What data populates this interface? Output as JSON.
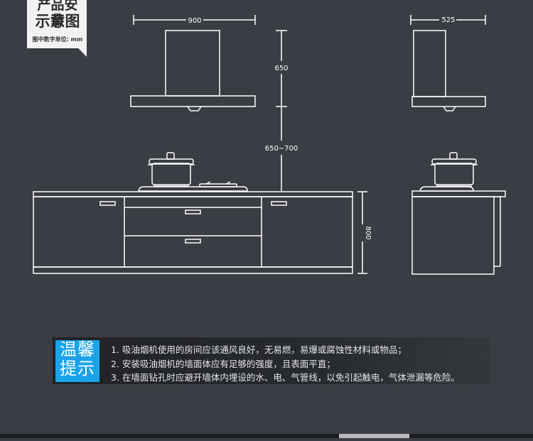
{
  "badge": {
    "title_line1": "产品安装",
    "title_line2": "示意图",
    "unit_note": "图中数字单位: mm"
  },
  "dimensions": {
    "hood_width": "900",
    "hood_depth": "525",
    "hood_height": "650",
    "hood_to_counter": "650~700",
    "cabinet_height": "800"
  },
  "tips": {
    "badge_line1": "温馨",
    "badge_line2": "提示",
    "lines": [
      "1. 吸油烟机使用的房间应该通风良好，无易燃，易爆或腐蚀性材料或物品；",
      "2. 安装吸油烟机的墙面体应有足够的强度，且表面平直；",
      "3. 在墙面钻孔时应避开墙体内埋设的水、电、气管线，以免引起触电，气体泄漏等危险。"
    ]
  },
  "colors": {
    "background": "#3a3d43",
    "line": "#ffffff",
    "accent": "#1aa3e8"
  }
}
